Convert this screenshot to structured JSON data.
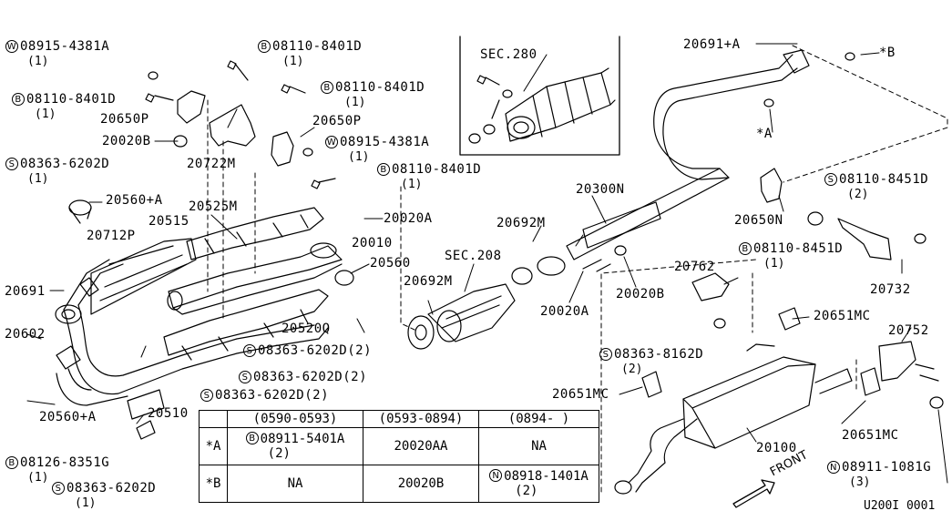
{
  "callouts": [
    {
      "id": "w1",
      "circle": "W",
      "text": "08915-4381A",
      "qty": "(1)"
    },
    {
      "id": "b1",
      "circle": "B",
      "text": "08110-8401D",
      "qty": "(1)"
    },
    {
      "id": "b2",
      "circle": "B",
      "text": "08110-8401D",
      "qty": "(1)"
    },
    {
      "id": "b3",
      "circle": "B",
      "text": "08110-8401D",
      "qty": "(1)"
    },
    {
      "id": "p1",
      "text": "20650P"
    },
    {
      "id": "p2",
      "text": "20650P"
    },
    {
      "id": "p3",
      "text": "20020B"
    },
    {
      "id": "p4",
      "text": "20722M"
    },
    {
      "id": "w2",
      "circle": "W",
      "text": "08915-4381A",
      "qty": "(1)"
    },
    {
      "id": "s1",
      "circle": "S",
      "text": "08363-6202D",
      "qty": "(1)"
    },
    {
      "id": "b4",
      "circle": "B",
      "text": "08110-8401D",
      "qty": "(1)"
    },
    {
      "id": "p5",
      "text": "20560+A"
    },
    {
      "id": "p6",
      "text": "20515"
    },
    {
      "id": "p7",
      "text": "20525M"
    },
    {
      "id": "p8",
      "text": "20020A"
    },
    {
      "id": "p9",
      "text": "20712P"
    },
    {
      "id": "p10",
      "text": "20010"
    },
    {
      "id": "p11",
      "text": "20691"
    },
    {
      "id": "p12",
      "text": "20560"
    },
    {
      "id": "p13",
      "text": "20602"
    },
    {
      "id": "p14",
      "text": "20520Q"
    },
    {
      "id": "s2",
      "circle": "S",
      "text": "08363-6202D(2)"
    },
    {
      "id": "s3",
      "circle": "S",
      "text": "08363-6202D(2)"
    },
    {
      "id": "s4",
      "circle": "S",
      "text": "08363-6202D(2)"
    },
    {
      "id": "p15",
      "text": "20560+A"
    },
    {
      "id": "p16",
      "text": "20510"
    },
    {
      "id": "b5",
      "circle": "B",
      "text": "08126-8351G",
      "qty": "(1)"
    },
    {
      "id": "s5",
      "circle": "S",
      "text": "08363-6202D",
      "qty": "(1)"
    },
    {
      "id": "p17",
      "text": "SEC.280"
    },
    {
      "id": "p18",
      "text": "20691+A"
    },
    {
      "id": "p19",
      "text": "*B"
    },
    {
      "id": "p20",
      "text": "*A"
    },
    {
      "id": "p21",
      "text": "20300N"
    },
    {
      "id": "p22",
      "text": "20692M"
    },
    {
      "id": "p23",
      "text": "SEC.208"
    },
    {
      "id": "p24",
      "text": "20692M"
    },
    {
      "id": "p25",
      "text": "20020B"
    },
    {
      "id": "p26",
      "text": "20020A"
    },
    {
      "id": "p27",
      "text": "20650N"
    },
    {
      "id": "s6",
      "circle": "S",
      "text": "08110-8451D",
      "qty": "(2)"
    },
    {
      "id": "b6",
      "circle": "B",
      "text": "08110-8451D",
      "qty": "(1)"
    },
    {
      "id": "p28",
      "text": "20732"
    },
    {
      "id": "p29",
      "text": "20762"
    },
    {
      "id": "p30",
      "text": "20651MC"
    },
    {
      "id": "s7",
      "circle": "S",
      "text": "08363-8162D",
      "qty": "(2)"
    },
    {
      "id": "p31",
      "text": "20752"
    },
    {
      "id": "p32",
      "text": "20651MC"
    },
    {
      "id": "p33",
      "text": "20651MC"
    },
    {
      "id": "p34",
      "text": "20100"
    },
    {
      "id": "n1",
      "circle": "N",
      "text": "08911-1081G",
      "qty": "(3)"
    }
  ],
  "front_label": "FRONT",
  "diagram_id": "U200I 0001",
  "table": {
    "headers": [
      "",
      "(0590-0593)",
      "(0593-0894)",
      "(0894-    )"
    ],
    "rows": [
      {
        "key": "*A",
        "c1_circle": "B",
        "c1": "08911-5401A",
        "c1_qty": "(2)",
        "c2": "20020AA",
        "c3": "NA"
      },
      {
        "key": "*B",
        "c1": "NA",
        "c2": "20020B",
        "c3_circle": "N",
        "c3": "08918-1401A",
        "c3_qty": "(2)"
      }
    ]
  }
}
